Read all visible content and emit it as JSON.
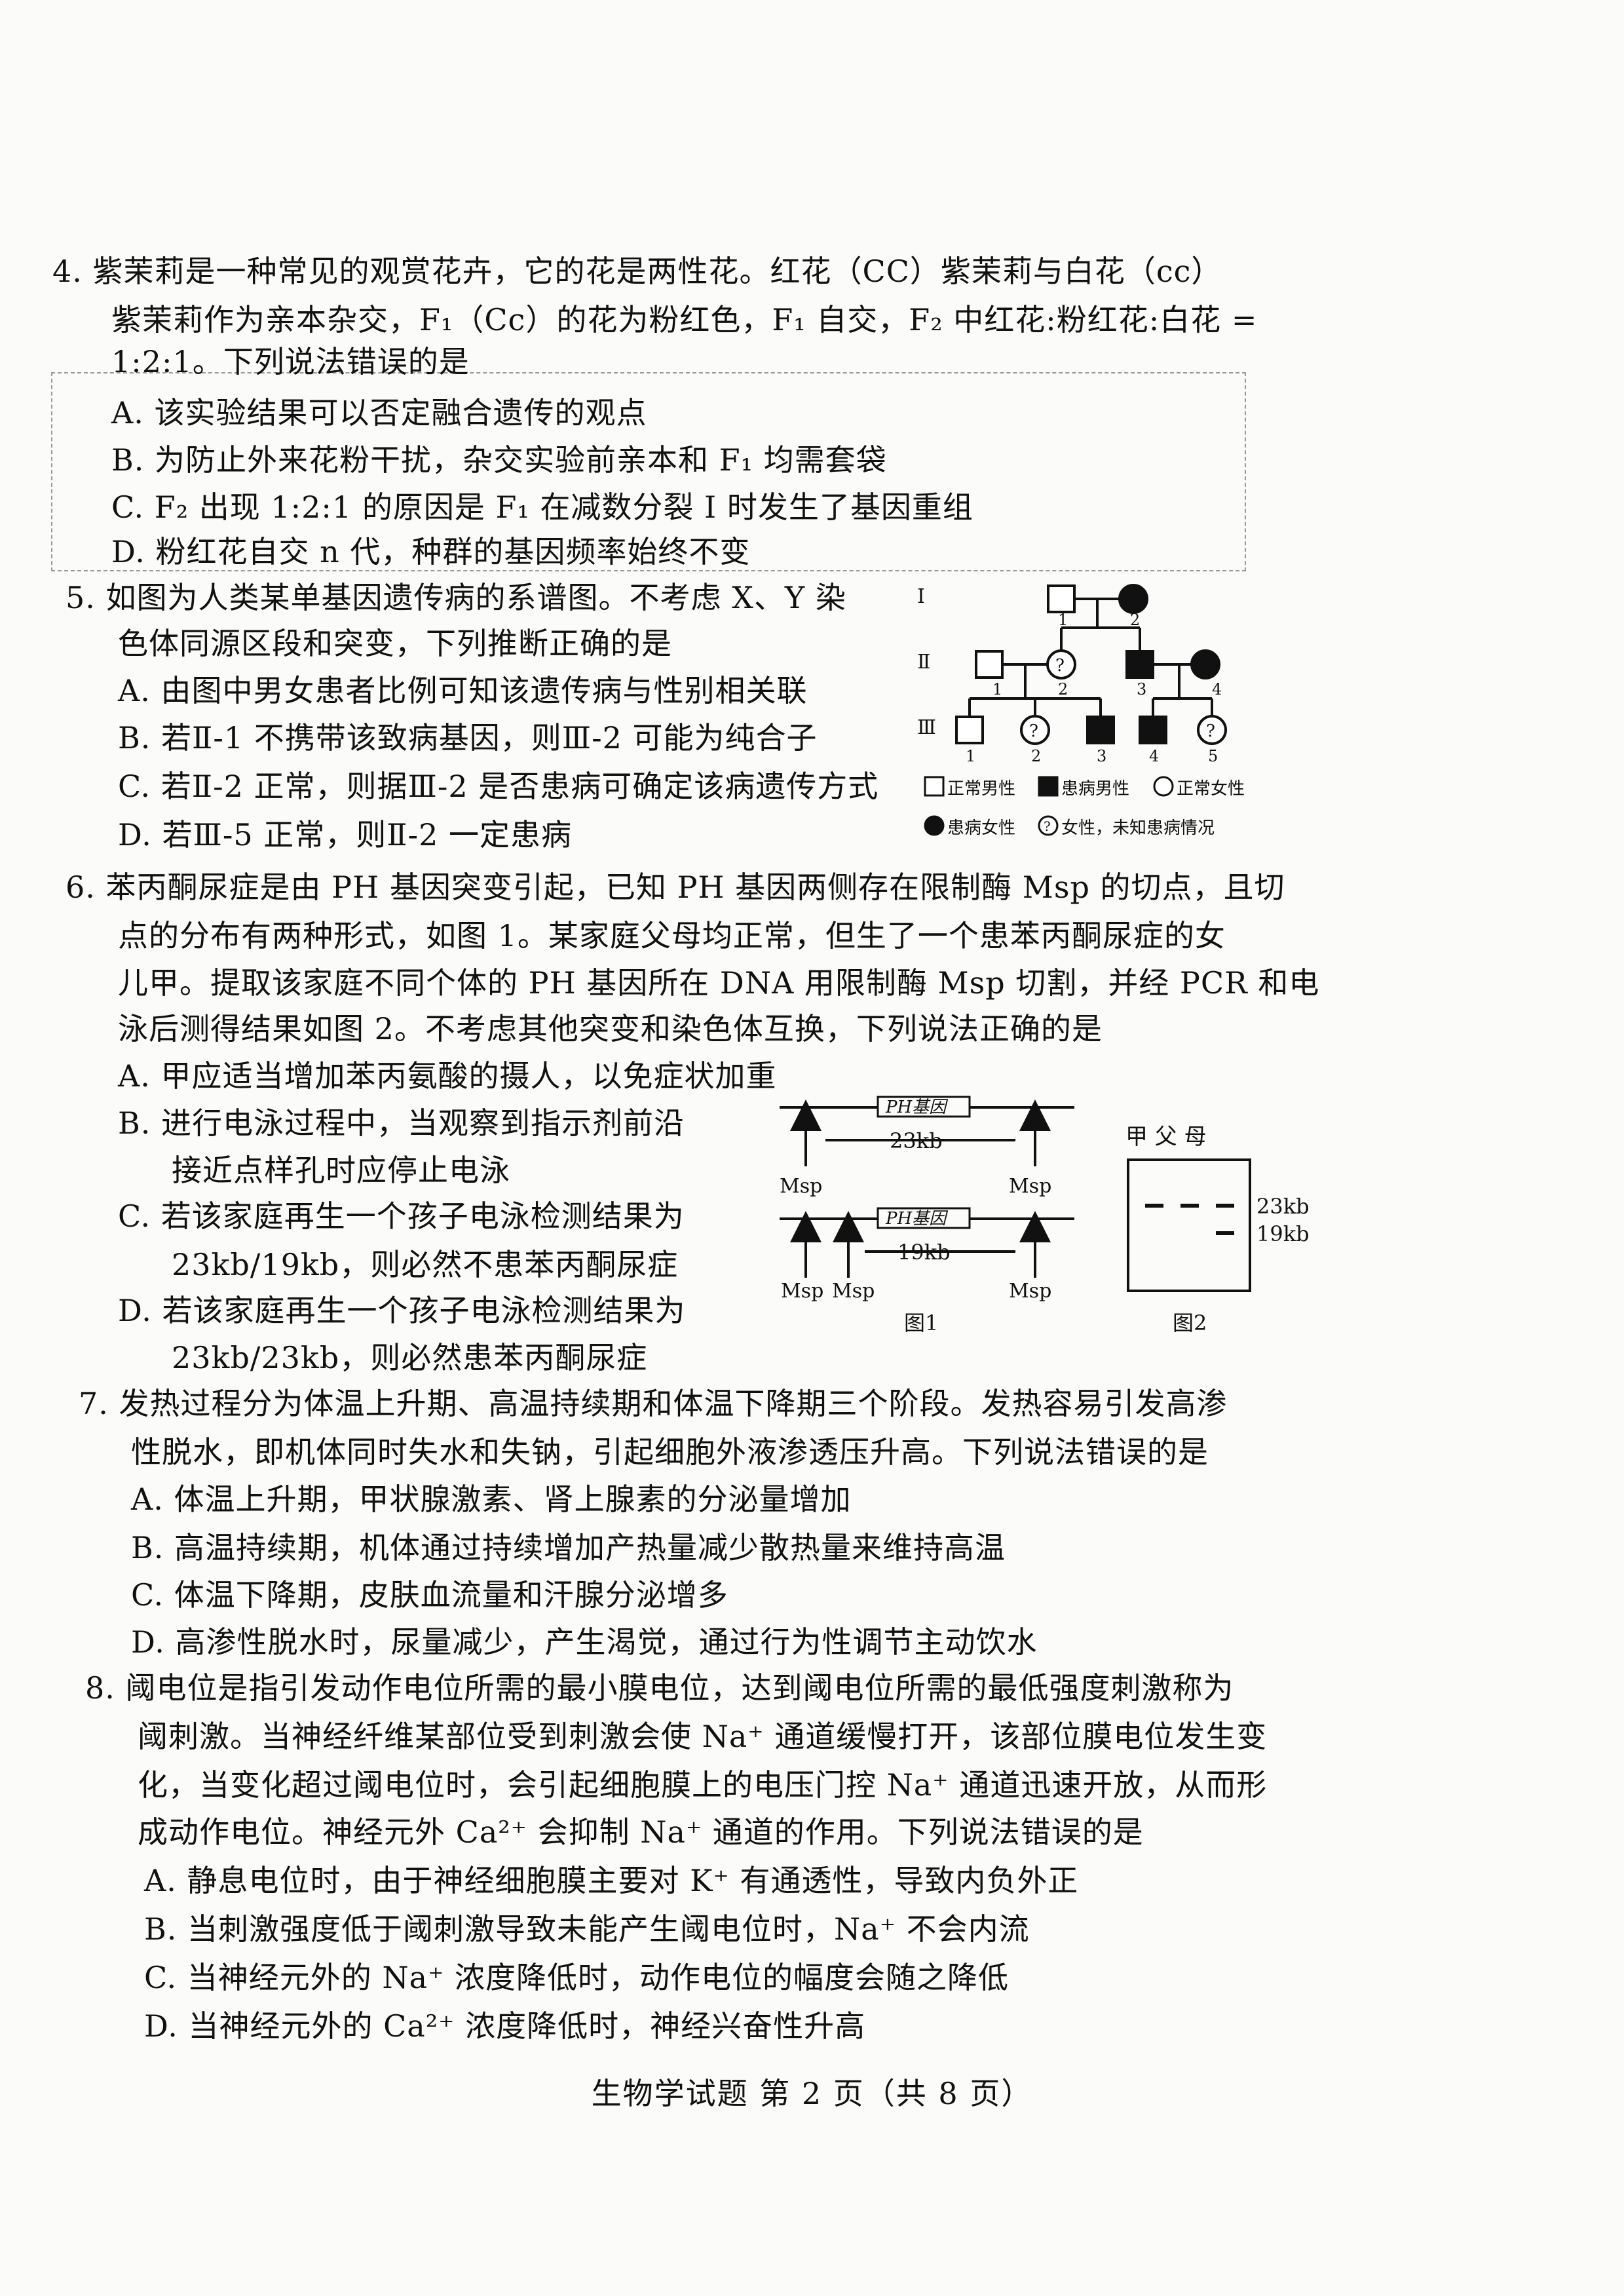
{
  "q4": {
    "lines": [
      "4.  紫茉莉是一种常见的观赏花卉，它的花是两性花。红花（CC）紫茉莉与白花（cc）",
      "紫茉莉作为亲本杂交，F₁（Cc）的花为粉红色，F₁ 自交，F₂ 中红花:粉红花:白花 =",
      "1:2:1。下列说法错误的是"
    ],
    "options": [
      "A.  该实验结果可以否定融合遗传的观点",
      "B.  为防止外来花粉干扰，杂交实验前亲本和 F₁ 均需套袋",
      "C.  F₂ 出现 1:2:1 的原因是 F₁ 在减数分裂 I 时发生了基因重组",
      "D.  粉红花自交 n 代，种群的基因频率始终不变"
    ]
  },
  "q5": {
    "lines": [
      "5.  如图为人类某单基因遗传病的系谱图。不考虑 X、Y 染",
      "色体同源区段和突变，下列推断正确的是"
    ],
    "options": [
      "A.  由图中男女患者比例可知该遗传病与性别相关联",
      "B.  若Ⅱ-1 不携带该致病基因，则Ⅲ-2 可能为纯合子",
      "C.  若Ⅱ-2 正常，则据Ⅲ-2 是否患病可确定该病遗传方式",
      "D.  若Ⅲ-5 正常，则Ⅱ-2 一定患病"
    ],
    "pedigree": {
      "gen1": "Ⅰ",
      "gen2": "Ⅱ",
      "gen3": "Ⅲ",
      "n1_1": "1",
      "n1_2": "2",
      "n2_1": "1",
      "n2_2": "2",
      "n2_3": "3",
      "n2_4": "4",
      "n3_1": "1",
      "n3_2": "2",
      "n3_3": "3",
      "n3_4": "4",
      "n3_5": "5",
      "unknown_mark": "?",
      "legend_normal_male": "正常男性",
      "legend_affected_male": "患病男性",
      "legend_normal_female": "正常女性",
      "legend_affected_female": "患病女性",
      "legend_unknown_female": "女性，未知患病情况"
    }
  },
  "q6": {
    "lines": [
      "6.  苯丙酮尿症是由 PH 基因突变引起，已知 PH 基因两侧存在限制酶 Msp 的切点，且切",
      "点的分布有两种形式，如图 1。某家庭父母均正常，但生了一个患苯丙酮尿症的女",
      "儿甲。提取该家庭不同个体的 PH 基因所在 DNA 用限制酶 Msp 切割，并经 PCR 和电",
      "泳后测得结果如图 2。不考虑其他突变和染色体互换，下列说法正确的是"
    ],
    "options": [
      "A.  甲应适当增加苯丙氨酸的摄人，以免症状加重",
      "B.  进行电泳过程中，当观察到指示剂前沿",
      "接近点样孔时应停止电泳",
      "C.  若该家庭再生一个孩子电泳检测结果为",
      "23kb/19kb，则必然不患苯丙酮尿症",
      "D.  若该家庭再生一个孩子电泳检测结果为",
      "23kb/23kb，则必然患苯丙酮尿症"
    ],
    "fig1": {
      "gene_label_a": "PH基因",
      "gene_label_b": "PH基因",
      "len_a": "23kb",
      "len_b": "19kb",
      "msp": "Msp",
      "caption": "图1"
    },
    "fig2": {
      "header": "甲 父 母",
      "band1": "23kb",
      "band2": "19kb",
      "caption": "图2"
    }
  },
  "q7": {
    "lines": [
      "7.  发热过程分为体温上升期、高温持续期和体温下降期三个阶段。发热容易引发高渗",
      "性脱水，即机体同时失水和失钠，引起细胞外液渗透压升高。下列说法错误的是"
    ],
    "options": [
      "A.  体温上升期，甲状腺激素、肾上腺素的分泌量增加",
      "B.  高温持续期，机体通过持续增加产热量减少散热量来维持高温",
      "C.  体温下降期，皮肤血流量和汗腺分泌增多",
      "D.  高渗性脱水时，尿量减少，产生渴觉，通过行为性调节主动饮水"
    ]
  },
  "q8": {
    "lines": [
      "8.  阈电位是指引发动作电位所需的最小膜电位，达到阈电位所需的最低强度刺激称为",
      "阈刺激。当神经纤维某部位受到刺激会使 Na⁺ 通道缓慢打开，该部位膜电位发生变",
      "化，当变化超过阈电位时，会引起细胞膜上的电压门控 Na⁺ 通道迅速开放，从而形",
      "成动作电位。神经元外 Ca²⁺ 会抑制 Na⁺ 通道的作用。下列说法错误的是"
    ],
    "options": [
      "A.  静息电位时，由于神经细胞膜主要对 K⁺ 有通透性，导致内负外正",
      "B.  当刺激强度低于阈刺激导致未能产生阈电位时，Na⁺ 不会内流",
      "C.  当神经元外的 Na⁺ 浓度降低时，动作电位的幅度会随之降低",
      "D.  当神经元外的 Ca²⁺ 浓度降低时，神经兴奋性升高"
    ]
  },
  "footer": "生物学试题 第 2 页（共 8 页）"
}
